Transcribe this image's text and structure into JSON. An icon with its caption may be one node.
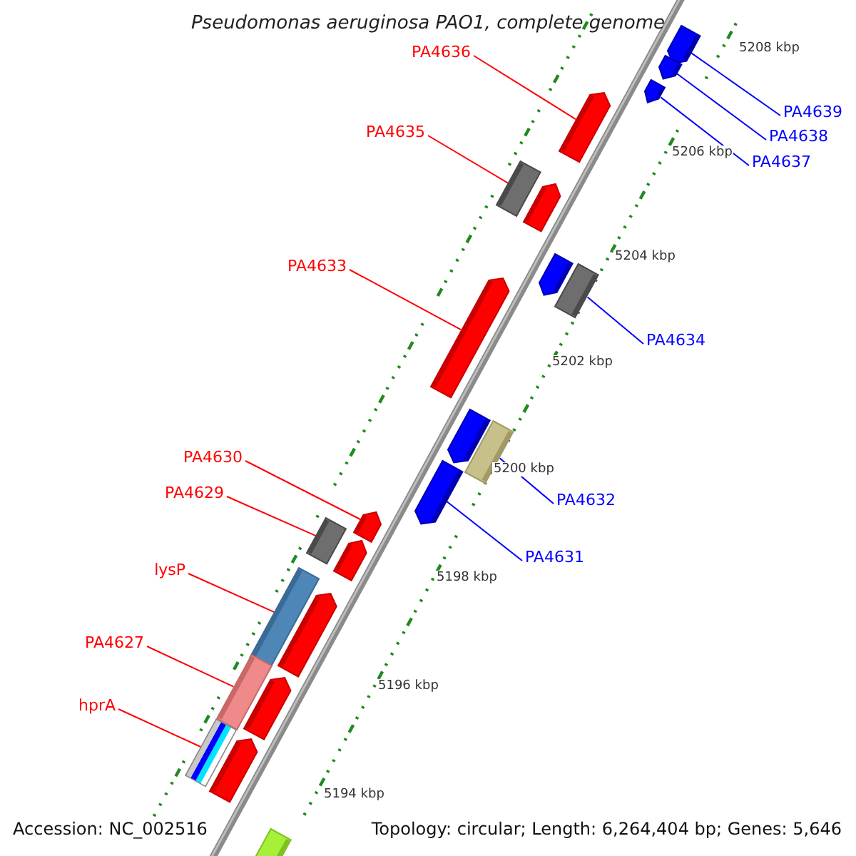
{
  "diagram": {
    "title": "Pseudomonas aeruginosa PAO1, complete genome",
    "nodes": [
      {
        "text": [
          "PA4636"
        ]
      },
      {
        "text": [
          "PA4639"
        ]
      },
      {
        "text": [
          "PA4638"
        ]
      },
      {
        "text": [
          "PA4637"
        ]
      },
      {
        "text": [
          "PA4635"
        ]
      },
      {
        "text": [
          "PA4633"
        ]
      },
      {
        "text": [
          "PA4634"
        ]
      },
      {
        "text": [
          "PA4630"
        ]
      },
      {
        "text": [
          "PA4629"
        ]
      },
      {
        "text": [
          "PA4632"
        ]
      },
      {
        "text": [
          "PA4631"
        ]
      },
      {
        "text": [
          "lysP"
        ]
      },
      {
        "text": [
          "PA4627"
        ]
      },
      {
        "text": [
          "hprA"
        ]
      },
      {
        "text": [],
        "shape": "arrow"
      },
      {
        "text": [],
        "shape": "arrow"
      },
      {
        "text": [],
        "shape": "arrow"
      },
      {
        "text": [],
        "shape": "arrow"
      },
      {
        "text": [],
        "shape": "box"
      },
      {
        "text": [],
        "shape": "arrow"
      },
      {
        "text": [],
        "shape": "arrow"
      },
      {
        "text": [],
        "shape": "arrow"
      },
      {
        "text": [],
        "shape": "box"
      },
      {
        "text": [],
        "shape": "arrow"
      },
      {
        "text": [],
        "shape": "box"
      },
      {
        "text": [],
        "shape": "arrow"
      },
      {
        "text": [],
        "shape": "arrow"
      },
      {
        "text": [],
        "shape": "box"
      },
      {
        "text": [],
        "shape": "arrow"
      },
      {
        "text": [],
        "shape": "box"
      },
      {
        "text": [],
        "shape": "box"
      },
      {
        "text": [],
        "shape": "arrow"
      },
      {
        "text": [],
        "shape": "box"
      },
      {
        "text": [],
        "shape": "arrow"
      },
      {
        "text": [],
        "shape": "arrow"
      },
      {
        "text": [],
        "shape": "box"
      }
    ],
    "edges": [
      {
        "from": 0,
        "to": 17,
        "arrow": "none"
      },
      {
        "from": 1,
        "to": 14,
        "arrow": "none",
        "color": "#0000ff"
      },
      {
        "from": 2,
        "to": 15,
        "arrow": "none",
        "color": "#0000ff"
      },
      {
        "from": 3,
        "to": 16,
        "arrow": "none",
        "color": "#0000ff"
      },
      {
        "from": 4,
        "to": 18,
        "arrow": "none"
      },
      {
        "from": 5,
        "to": 21,
        "arrow": "none"
      },
      {
        "from": 6,
        "to": 22,
        "arrow": "none",
        "color": "#0000ff"
      },
      {
        "from": 7,
        "to": 25,
        "arrow": "none"
      },
      {
        "from": 8,
        "to": 27,
        "arrow": "none"
      },
      {
        "from": 9,
        "to": 24,
        "arrow": "none",
        "color": "#0000ff"
      },
      {
        "from": 10,
        "to": 26,
        "arrow": "none",
        "color": "#0000ff"
      },
      {
        "from": 11,
        "to": 29,
        "arrow": "none"
      },
      {
        "from": 12,
        "to": 30,
        "arrow": "none"
      },
      {
        "from": 13,
        "to": 32,
        "arrow": "none"
      }
    ],
    "labels": [
      "5208 kbp",
      "5206 kbp",
      "5204 kbp",
      "5202 kbp",
      "5200 kbp",
      "5198 kbp",
      "5196 kbp",
      "5194 kbp",
      "Accession: NC_002516",
      "Topology: circular; Length: 6,264,404 bp; Genes: 5,646"
    ]
  }
}
